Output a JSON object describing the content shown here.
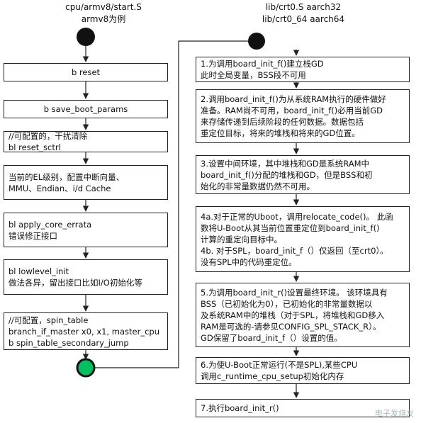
{
  "left": {
    "header": [
      "cpu/armv8/start.S",
      "armv8为例"
    ],
    "steps": [
      {
        "lines": [
          "b reset"
        ]
      },
      {
        "lines": [
          "b save_boot_params"
        ]
      },
      {
        "lines": [
          "//可配置的，干扰清除",
          "bl reset_sctrl"
        ]
      },
      {
        "lines": [
          "当前的EL级别，配置中断向量、",
          "MMU、Endian、i/d Cache"
        ]
      },
      {
        "lines": [
          "bl apply_core_errata",
          "错误修正接口"
        ]
      },
      {
        "lines": [
          "bl lowlevel_init",
          "做法各异，留出接口比如I/O初始化等"
        ]
      },
      {
        "lines": [
          "//可配置，spin_table",
          "branch_if_master x0, x1, master_cpu",
          "b  spin_table_secondary_jump"
        ]
      }
    ]
  },
  "right": {
    "header": [
      "lib/crt0.S aarch32",
      "lib/crt0_64 aarch64"
    ],
    "steps": [
      {
        "lines": [
          "1.为调用board_init_f()建立栈GD",
          "此时全局变量，BSS段不可用"
        ]
      },
      {
        "lines": [
          "2.调用board_init_f()为从系统RAM执行的硬件做好",
          "准备。RAM尚不可用，board_init_f()必用当前GD",
          "来存储传递到后续阶段的任何数据。数据包括",
          "重定位目标，将来的堆栈和将来的GD位置。"
        ]
      },
      {
        "lines": [
          "3.设置中间环境，其中堆栈和GD是系统RAM中",
          "board_init_f()分配的堆栈和GD，但是BSS和初",
          "始化的非常量数据仍然不可用。"
        ]
      },
      {
        "lines": [
          "4a.对于正常的Uboot，调用relocate_code()。 此函",
          "数将U-Boot从其当前位置重定位到board_init_f()",
          "计算的重定向目标中。",
          "4b. 对于SPL，board_init_f（）仅返回（至crt0）。",
          "没有SPL中的代码重定位。"
        ]
      },
      {
        "lines": [
          "5.为调用board_init_r()设置最终环境。 该环境具有",
          "BSS（已初始化为0），已初始化的非常量数据以",
          "及系统RAM中的堆栈（对于SPL，将堆栈和GD移入",
          "RAM是可选的-请参见CONFIG_SPL_STACK_R）。",
          " GD保留了board_init_f（）设置的值。"
        ]
      },
      {
        "lines": [
          "6.为使U-Boot正常运行(不是SPL),某些CPU",
          "调用c_runtime_cpu_setup初始化内存"
        ]
      },
      {
        "lines": [
          "7.执行board_init_r()"
        ]
      }
    ]
  },
  "watermark": "电子发烧友",
  "colors": {
    "start_node": "#111111",
    "end_node_fill": "#00c060",
    "line": "#222222"
  }
}
